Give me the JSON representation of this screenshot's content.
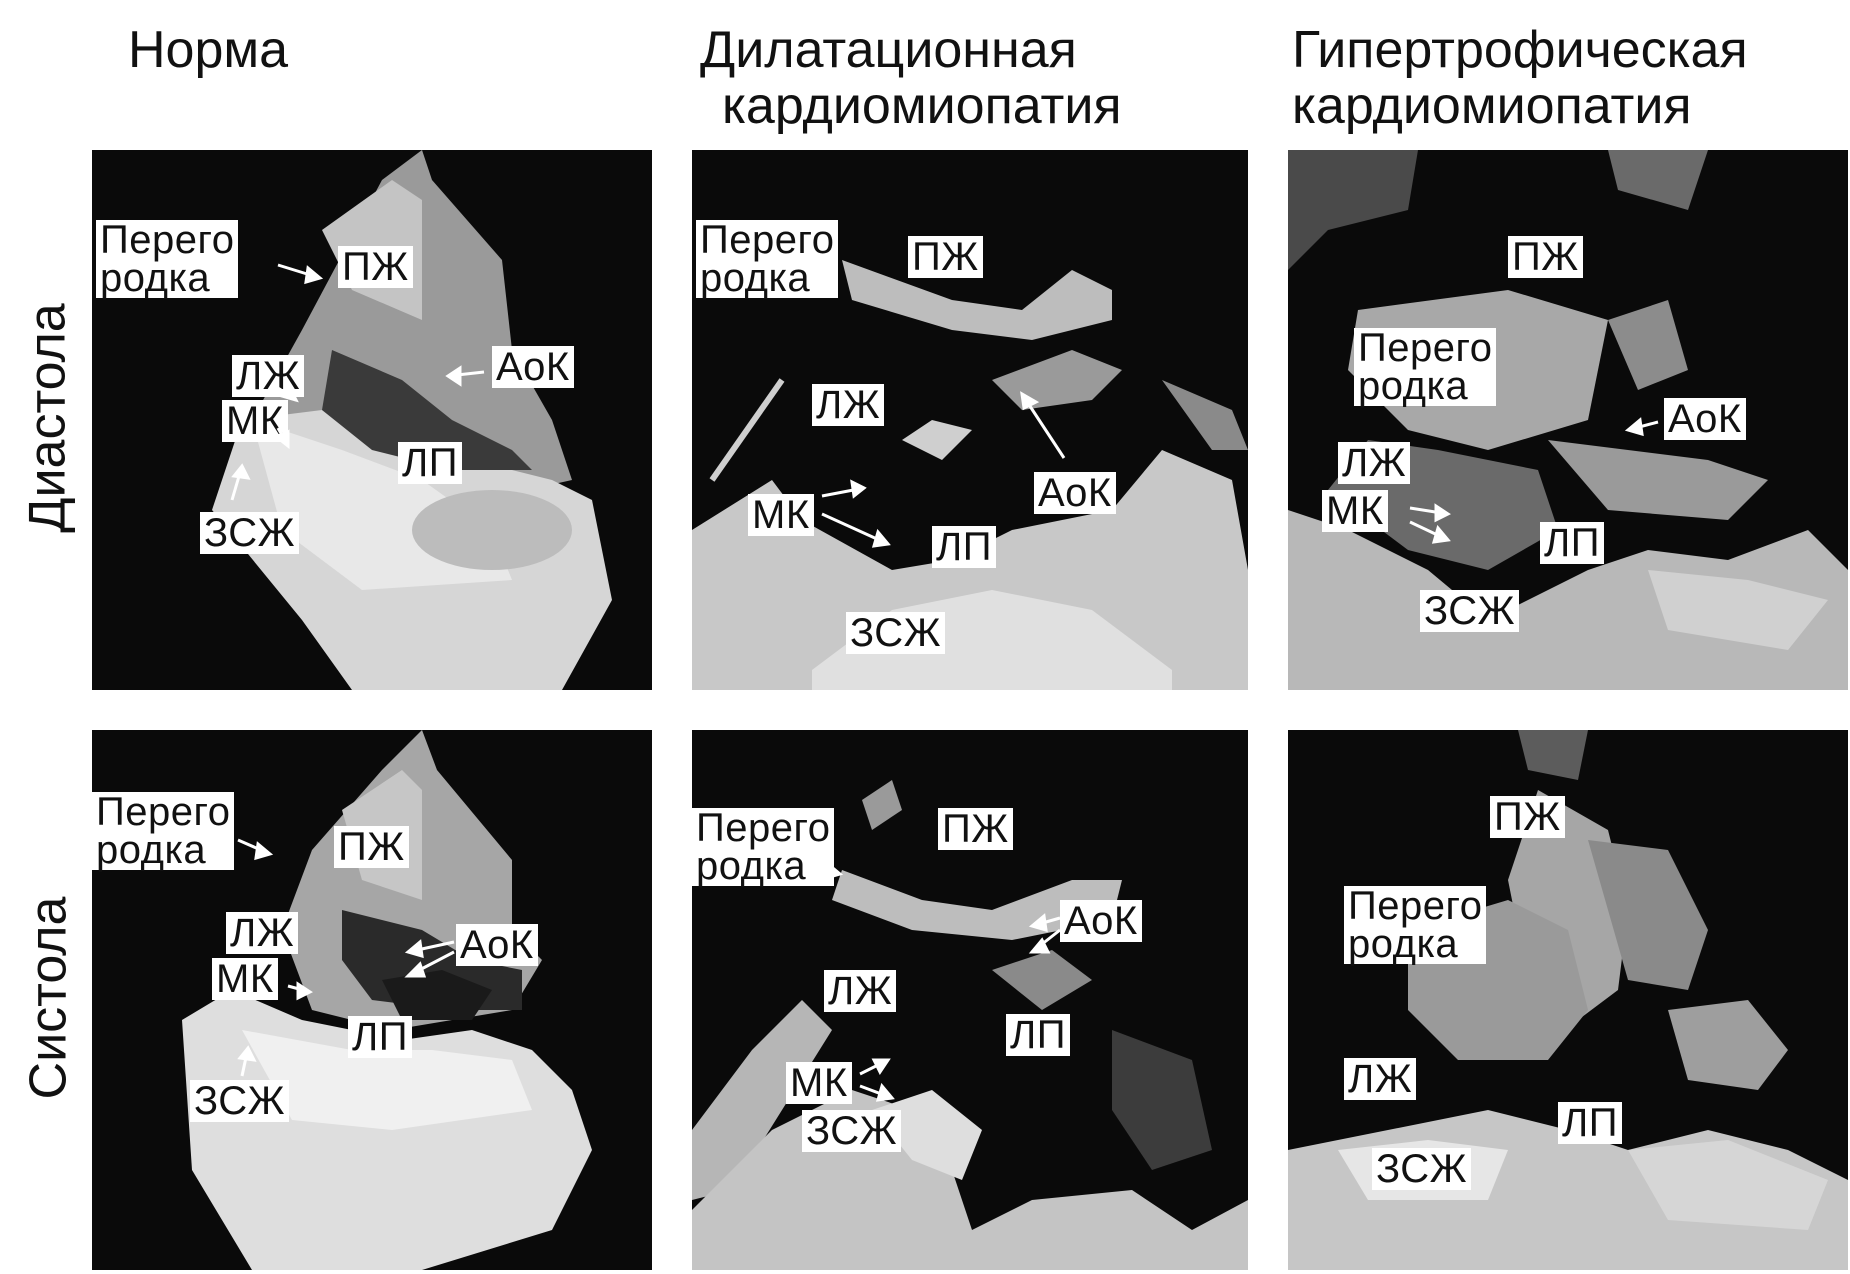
{
  "columns": {
    "norm": "Норма",
    "dilated_1": "Дилатационная",
    "dilated_2": "кардиомиопатия",
    "hyper_1": "Гипертрофическая",
    "hyper_2": "кардиомиопатия"
  },
  "rows": {
    "diastole": "Диастола",
    "systole": "Систола"
  },
  "labels": {
    "septum_1": "Перего",
    "septum_2": "родка",
    "rv": "ПЖ",
    "lv": "ЛЖ",
    "mv": "МК",
    "la": "ЛП",
    "aov": "АоК",
    "lvpw": "ЗСЖ"
  }
}
